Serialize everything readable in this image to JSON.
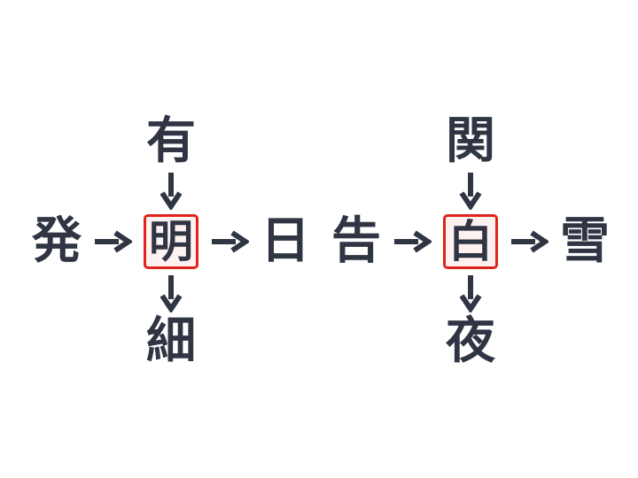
{
  "colors": {
    "background": "#ffffff",
    "ink": "#2f3542",
    "box_border": "#e0241b",
    "box_fill": "#fdf2f0"
  },
  "icons": {
    "arrow_right": "arrow-right-icon",
    "arrow_down": "arrow-down-icon"
  },
  "puzzles": [
    {
      "top": "有",
      "left": "発",
      "center": "明",
      "right": "日",
      "bottom": "細"
    },
    {
      "top": "関",
      "left": "告",
      "center": "白",
      "right": "雪",
      "bottom": "夜"
    }
  ]
}
